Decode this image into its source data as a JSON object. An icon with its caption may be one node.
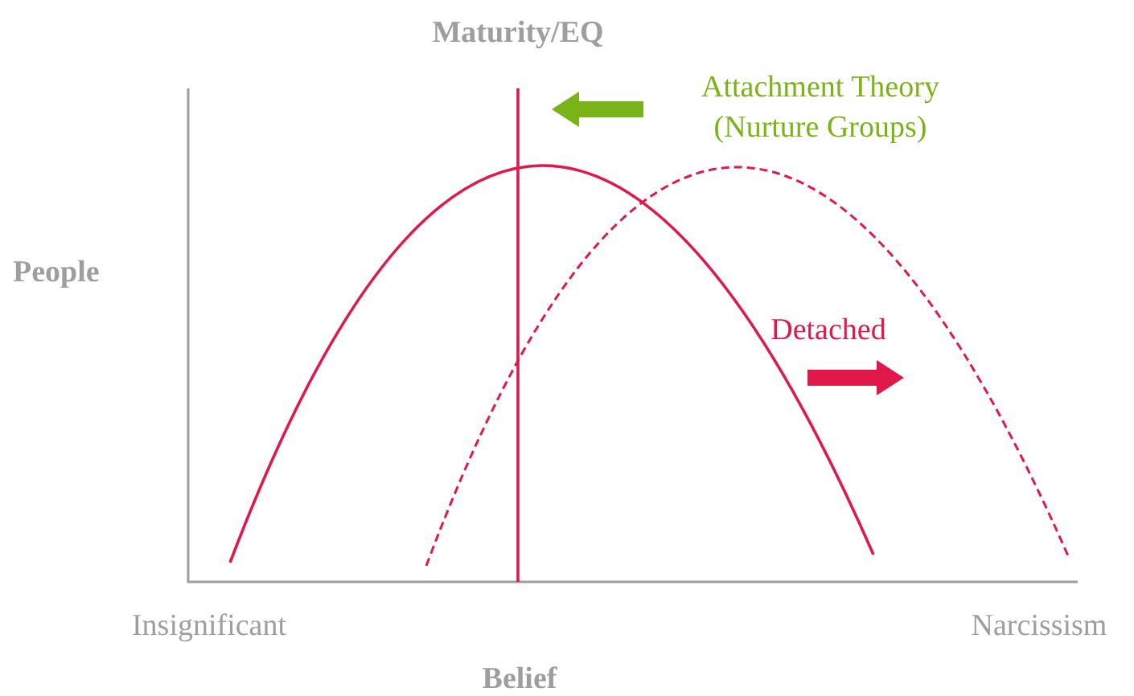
{
  "diagram": {
    "labels": [
      "Maturity/EQ",
      "Attachment Theory (Nurture Groups)",
      "People",
      "Detached",
      "Insignificant",
      "Narcissism",
      "Belief"
    ]
  }
}
